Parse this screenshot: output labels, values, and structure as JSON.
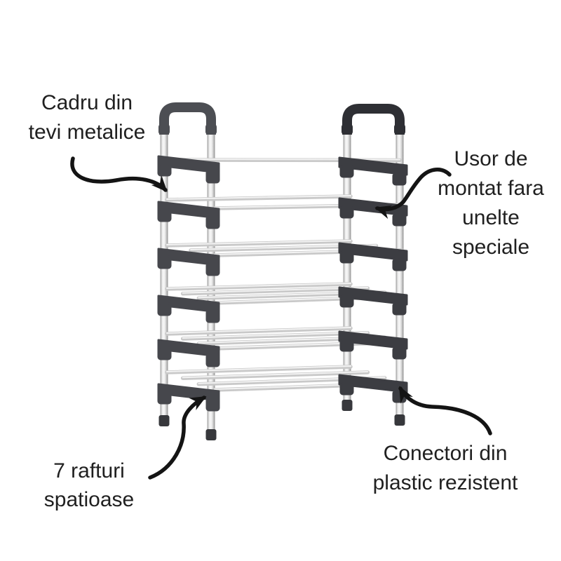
{
  "canvas": {
    "background": "#ffffff"
  },
  "colors": {
    "text": "#202020",
    "arrow": "#141414",
    "connector": "#46474c",
    "connector-right": "#3c3d42",
    "handle-left": "#4c4e53",
    "handle-right": "#2e2f34",
    "foot": "#37383c",
    "tube": "#c9c9c9",
    "tube-highlight": "#f2f2f2",
    "bg": "#ffffff"
  },
  "product": {
    "type": "shoe-rack",
    "visible_shelf_levels": 6
  },
  "annotations": {
    "frame": {
      "lines": [
        "Cadru din",
        "tevi metalice"
      ]
    },
    "assembly": {
      "lines": [
        "Usor de",
        "montat fara",
        "unelte",
        "speciale"
      ]
    },
    "shelves": {
      "lines": [
        "7 rafturi",
        "spatioase"
      ]
    },
    "connectors": {
      "lines": [
        "Conectori din",
        "plastic rezistent"
      ]
    }
  }
}
